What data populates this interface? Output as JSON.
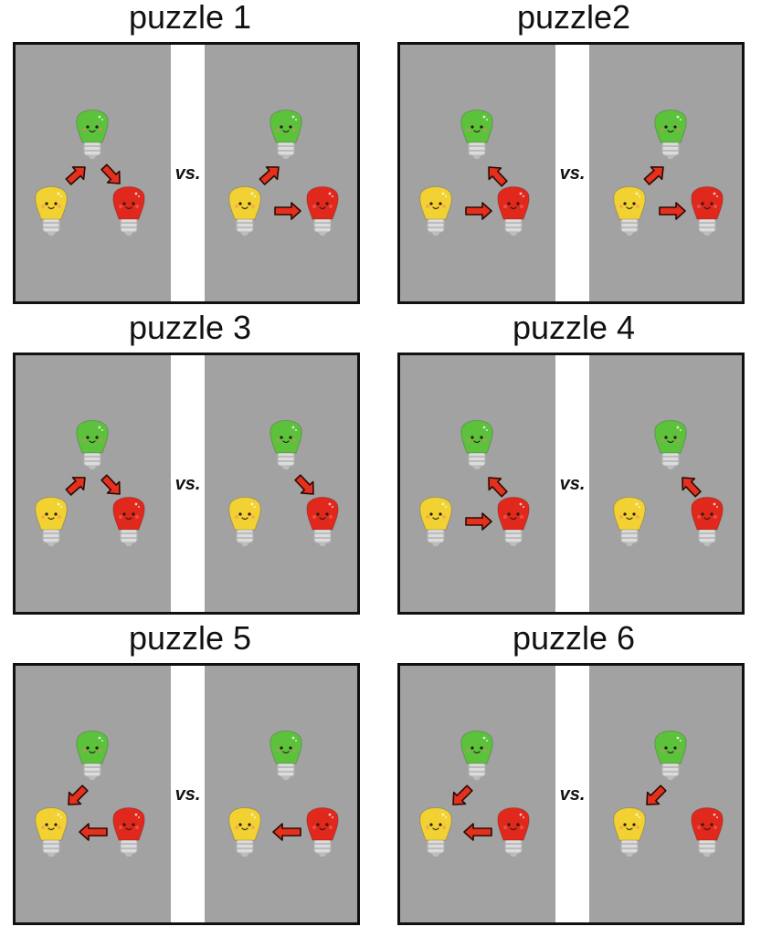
{
  "colors": {
    "panel_bg": "#a2a2a2",
    "green_bulb": "#5cc23c",
    "yellow_bulb": "#f2d233",
    "red_bulb": "#e0281c",
    "arrow": "#e4301c",
    "base": "#dcdcdc"
  },
  "separator_label": "vs.",
  "puzzles": [
    {
      "title": "puzzle 1",
      "left": [
        "yellow-green",
        "green-red"
      ],
      "right": [
        "yellow-green",
        "yellow-red"
      ]
    },
    {
      "title": "puzzle2",
      "left": [
        "yellow-red",
        "red-green"
      ],
      "right": [
        "yellow-green",
        "yellow-red"
      ]
    },
    {
      "title": "puzzle 3",
      "left": [
        "yellow-green",
        "green-red"
      ],
      "right": [
        "green-red"
      ]
    },
    {
      "title": "puzzle 4",
      "left": [
        "yellow-red",
        "red-green"
      ],
      "right": [
        "red-green"
      ]
    },
    {
      "title": "puzzle 5",
      "left": [
        "green-yellow",
        "red-yellow"
      ],
      "right": [
        "red-yellow"
      ]
    },
    {
      "title": "puzzle 6",
      "left": [
        "green-yellow",
        "red-yellow"
      ],
      "right": [
        "green-yellow"
      ]
    }
  ]
}
